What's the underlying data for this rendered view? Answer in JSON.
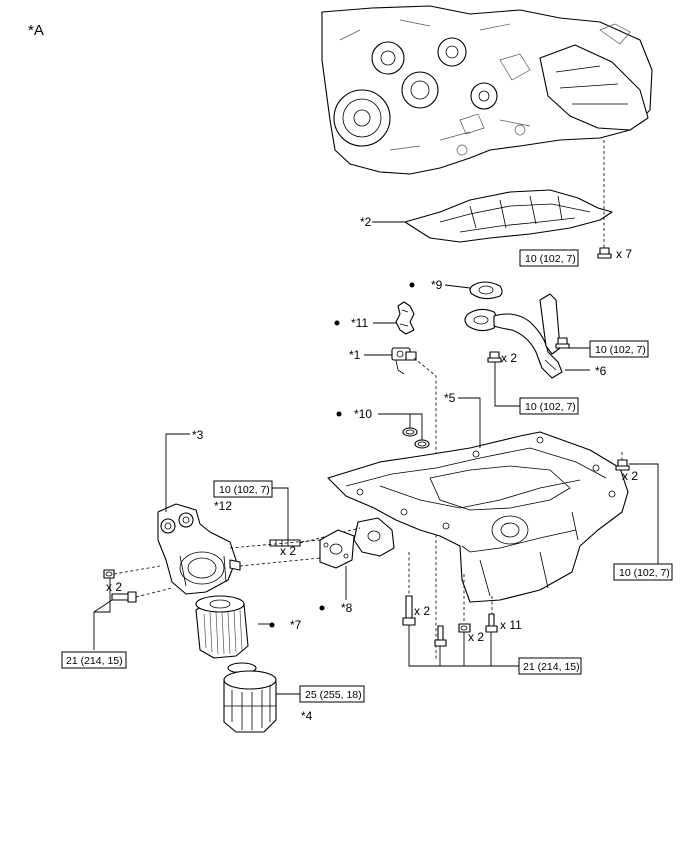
{
  "view_label": "*A",
  "parts": {
    "p1": "*1",
    "p2": "*2",
    "p3": "*3",
    "p4": "*4",
    "p5": "*5",
    "p6": "*6",
    "p7": "*7",
    "p8": "*8",
    "p9": "*9",
    "p10": "*10",
    "p11": "*11",
    "p12": "*12"
  },
  "torque": {
    "t10": "10 (102, 7)",
    "t21": "21 (214, 15)",
    "t25": "25 (255, 18)"
  },
  "quantities": {
    "x2": "x 2",
    "x7": "x 7",
    "x11": "x 11"
  }
}
